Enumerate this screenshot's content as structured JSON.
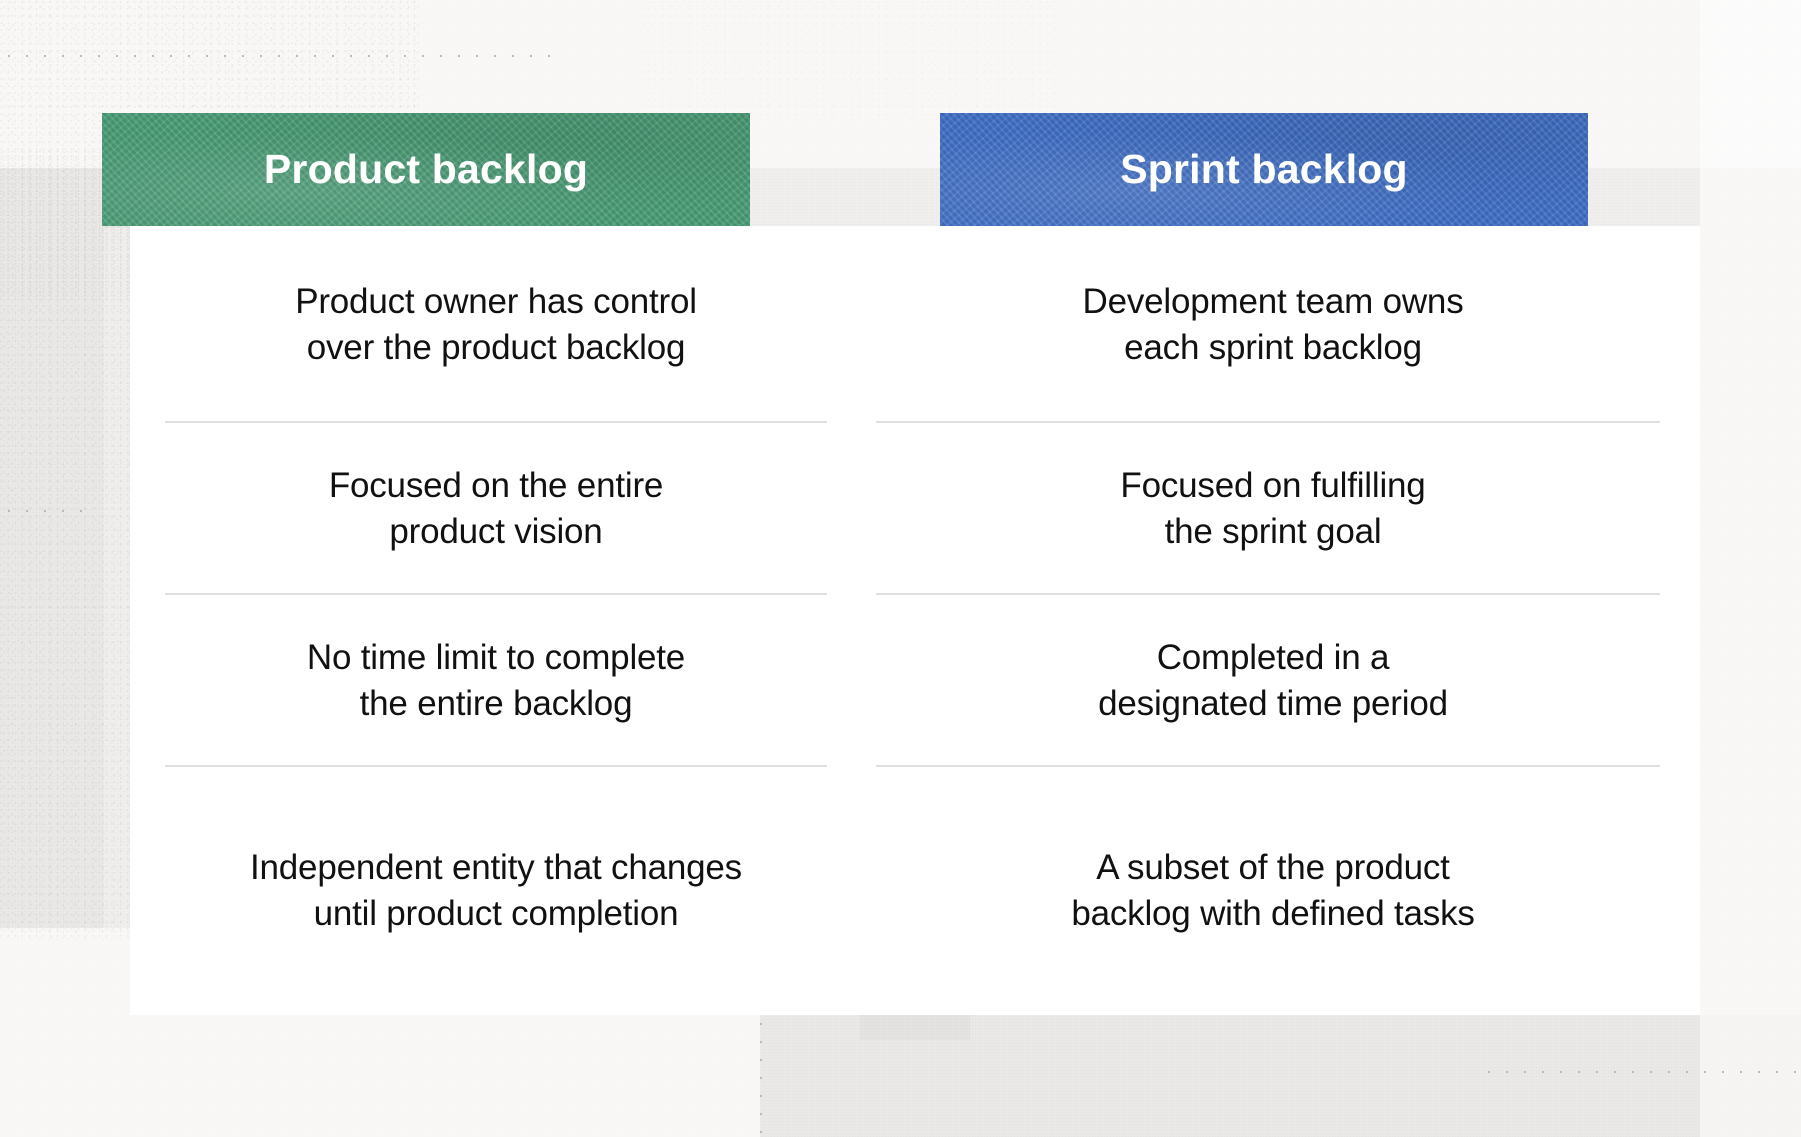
{
  "columns": [
    {
      "id": "product-backlog",
      "title": "Product backlog",
      "accent": "#4a9e77",
      "rows": [
        "Product owner has control\nover the product backlog",
        "Focused on the entire\nproduct vision",
        "No time limit to complete\nthe entire backlog",
        "Independent entity that changes\nuntil product completion"
      ]
    },
    {
      "id": "sprint-backlog",
      "title": "Sprint backlog",
      "accent": "#4070c8",
      "rows": [
        "Development team owns\neach sprint backlog",
        "Focused on fulfilling\nthe sprint goal",
        "Completed in a\ndesignated time period",
        "A subset of the product\nbacklog with defined tasks"
      ]
    }
  ],
  "theme": {
    "background": "#f1efed",
    "card_background": "#ffffff",
    "divider": "#e2e0de",
    "text": "#111111",
    "header_text": "#ffffff"
  }
}
